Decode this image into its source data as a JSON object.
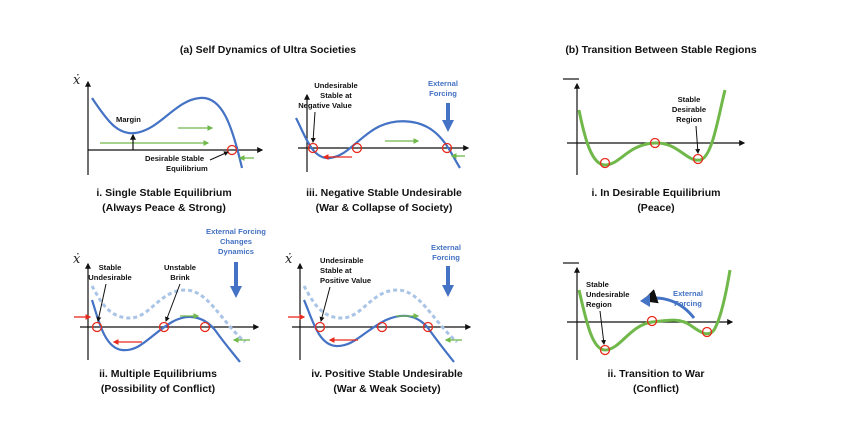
{
  "sections": {
    "a_title": "(a) Self Dynamics of Ultra Societies",
    "b_title": "(b) Transition Between Stable Regions"
  },
  "axis_symbol": "ẋ",
  "panels": {
    "a1": {
      "caption_line1": "i. Single Stable Equilibrium",
      "caption_line2": "(Always Peace & Strong)",
      "margin_label": "Margin",
      "equilibrium_label_line1": "Desirable Stable",
      "equilibrium_label_line2": "Equilibrium"
    },
    "a2": {
      "caption_line1": "iii. Negative Stable Undesirable",
      "caption_line2": "(War & Collapse of Society)",
      "label_line1": "Undesirable",
      "label_line2": "Stable at",
      "label_line3": "Negative Value",
      "forcing_line1": "External",
      "forcing_line2": "Forcing"
    },
    "a3": {
      "caption_line1": "ii. Multiple Equilibriums",
      "caption_line2": "(Possibility of Conflict)",
      "stable_line1": "Stable",
      "stable_line2": "Undesirable",
      "unstable_line1": "Unstable",
      "unstable_line2": "Brink",
      "forcing_line1": "External Forcing",
      "forcing_line2": "Changes",
      "forcing_line3": "Dynamics"
    },
    "a4": {
      "caption_line1": "iv. Positive Stable Undesirable",
      "caption_line2": "(War & Weak Society)",
      "label_line1": "Undesirable",
      "label_line2": "Stable at",
      "label_line3": "Positive Value",
      "forcing_line1": "External",
      "forcing_line2": "Forcing"
    },
    "b1": {
      "caption_line1": "i. In Desirable Equilibrium",
      "caption_line2": "(Peace)",
      "label_line1": "Stable",
      "label_line2": "Desirable",
      "label_line3": "Region"
    },
    "b2": {
      "caption_line1": "ii. Transition to War",
      "caption_line2": "(Conflict)",
      "label_line1": "Stable",
      "label_line2": "Undesirable",
      "label_line3": "Region",
      "forcing_line1": "External",
      "forcing_line2": "Forcing"
    }
  },
  "colors": {
    "curve_blue": "#4472c4",
    "curve_dashed": "#a9c4e6",
    "curve_green": "#70b84a",
    "arrow_green": "#70b84a",
    "arrow_red": "#e8291c",
    "circle_red": "#e8291c",
    "forcing_blue": "#4472c4",
    "axis": "#111111"
  }
}
